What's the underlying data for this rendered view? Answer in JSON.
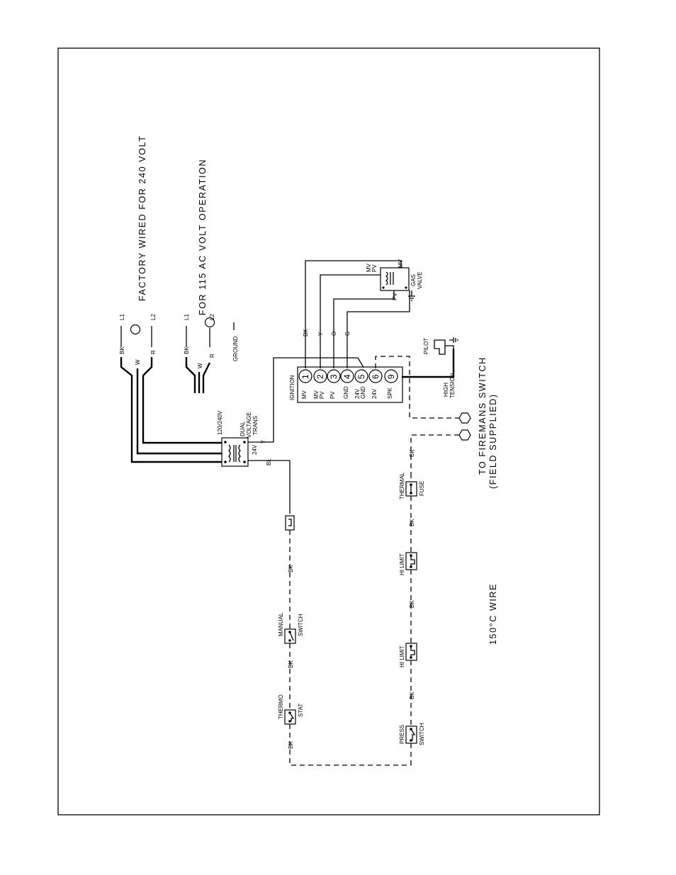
{
  "notes": {
    "factory_wired": "FACTORY WIRED FOR 240 VOLT",
    "for_115": "FOR 115 AC VOLT OPERATION",
    "wire_rating": "150°C WIRE",
    "firemans_line1": "TO FIREMANS SWITCH",
    "firemans_line2": "(FIELD SUPPLIED)"
  },
  "supply_240": {
    "bk": "BK",
    "l1": "L1",
    "w": "W",
    "r": "R",
    "l2": "L2"
  },
  "supply_115": {
    "bk": "BK",
    "l1": "L1",
    "w": "W",
    "r": "R",
    "l2": "L2"
  },
  "ground": "GROUND",
  "transformer": {
    "rating": "120/240V",
    "line1": "DUAL",
    "line2": "VOLTAGE",
    "line3": "TRANS",
    "secondary": "24V",
    "y": "Y",
    "bl": "BL"
  },
  "ignition": {
    "title": "IGNITION",
    "terminals": [
      {
        "num": "1",
        "label": "MV"
      },
      {
        "num": "2",
        "label": "MV PV"
      },
      {
        "num": "3",
        "label": "PV"
      },
      {
        "num": "4",
        "label": "GND"
      },
      {
        "num": "5",
        "label": "24V GND"
      },
      {
        "num": "6",
        "label": "24V"
      },
      {
        "num": "9",
        "label": "SPK"
      }
    ],
    "wire_colors": [
      "BK",
      "Y",
      "O",
      "G"
    ]
  },
  "gas_valve": {
    "line1": "GAS",
    "line2": "VALVE",
    "mv": "MV",
    "mvpv": "MV PV",
    "pv": "PV"
  },
  "pilot": "PILOT",
  "high_tension": {
    "line1": "HIGH",
    "line2": "TENSION"
  },
  "left_circuit": {
    "thermostat": {
      "line1": "THERMO",
      "line2": "STAT"
    },
    "manual_switch": {
      "line1": "MANUAL",
      "line2": "SWITCH"
    },
    "wire_labels": [
      "BK",
      "BK",
      "BK"
    ]
  },
  "right_circuit": {
    "press_switch": {
      "line1": "PRESS",
      "line2": "SWITCH"
    },
    "hi_limit_1": "HI LIMIT",
    "hi_limit_2": "HI LIMIT",
    "thermal_fuse": {
      "line1": "THERMAL",
      "line2": "FUSE"
    },
    "wire_labels": [
      "BK",
      "BK",
      "BK",
      "BK"
    ]
  }
}
